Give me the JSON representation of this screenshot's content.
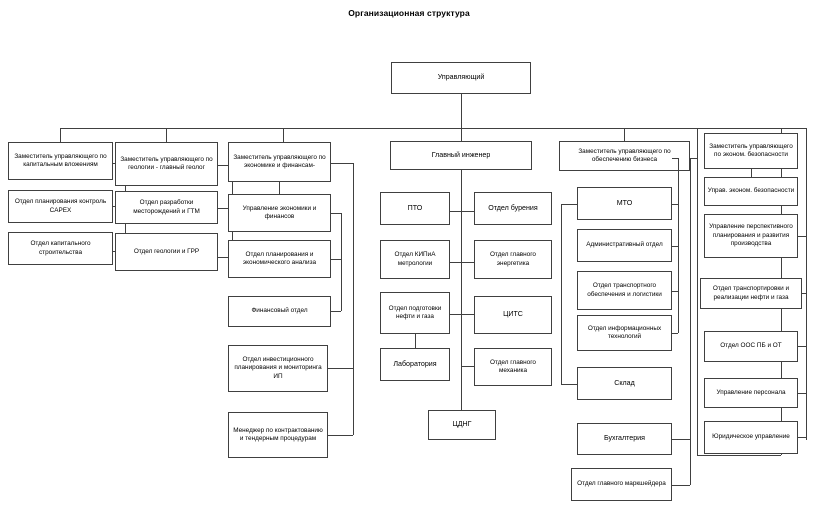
{
  "chart_title": "Организационная структура",
  "root": {
    "label": "Управляющий"
  },
  "branches": [
    {
      "id": "capex",
      "head": "Заместитель управляющего по капитальным вложениям",
      "children": [
        "Отдел планирования контроль CAPEX",
        "Отдел капитального строительства"
      ]
    },
    {
      "id": "geology",
      "head": "Заместитель управляющего по геологии - главный геолог",
      "children": [
        "Отдел разработки месторождений и ГТМ",
        "Отдел геологии и ГРР"
      ]
    },
    {
      "id": "economics",
      "head": "Заместитель управляющего по экономике и финансам-",
      "children": [
        "Управление экономики и финансов",
        "Отдел планирования и экономического анализа",
        "Финансовый отдел",
        "Отдел инвестиционного планирования и мониторинга ИП",
        "Менеджер по контрактованию и тендерным процедурам"
      ]
    },
    {
      "id": "chief-engineer",
      "head": "Главный инженер",
      "children_left": [
        "ПТО",
        "Отдел КИПиА метрологии",
        "Отдел подготовки нефти и газа",
        "Лаборатория"
      ],
      "children_right": [
        "Отдел бурения",
        "Отдел главного энергетика",
        "ЦИТС",
        "Отдел главного механика"
      ],
      "children_bottom": [
        "ЦДНГ"
      ]
    },
    {
      "id": "business-support",
      "head": "Заместитель управляющего по обеспечению бизнеса",
      "children": [
        "МТО",
        "Административный отдел",
        "Отдел транспортного обеспечения и логистики",
        "Отдел информационных технологий",
        "Склад",
        "Бухгалтерия",
        "Отдел главного маркшейдера"
      ]
    },
    {
      "id": "economic-security",
      "head": "Заместитель управляющего по эконом. безопасности",
      "children": [
        "Управ. эконом. безопасности",
        "Управление перспективного планирования и развития производства",
        "Отдел транспортировки и реализации нефти и газа",
        "Отдел ООС ПБ и ОТ",
        "Управление персонала",
        "Юридическое управление"
      ]
    }
  ],
  "style": {
    "box_border_color": "#404040",
    "line_color": "#404040",
    "background": "#ffffff",
    "text_color": "#000000"
  }
}
